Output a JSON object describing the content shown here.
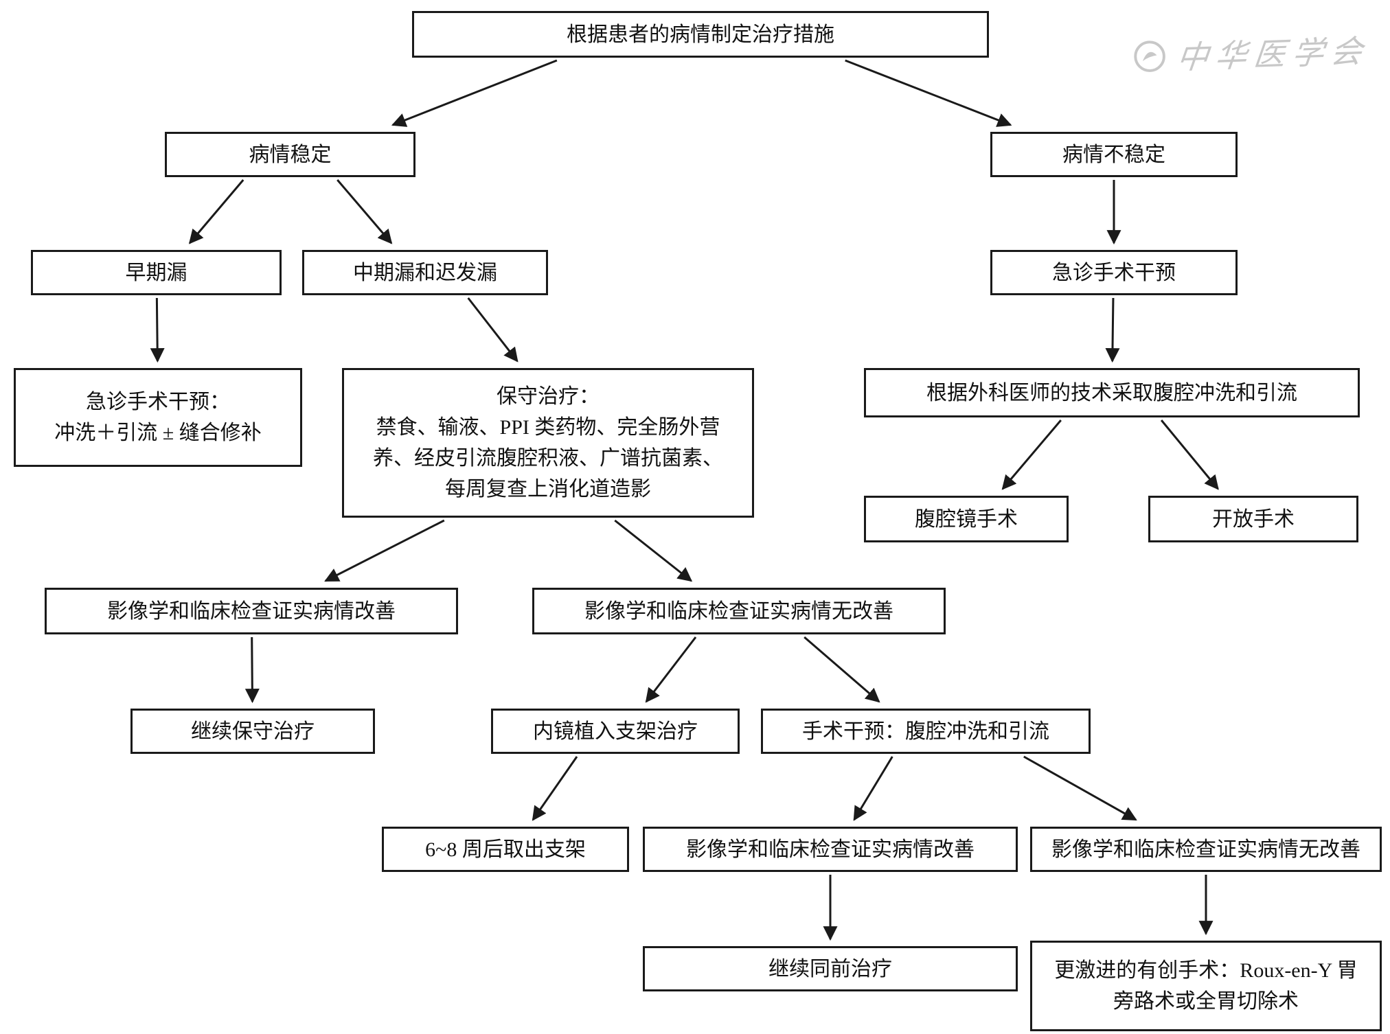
{
  "watermark": {
    "text": "中华医学会"
  },
  "colors": {
    "box_border": "#1a1a1a",
    "arrow": "#1a1a1a",
    "text": "#111111",
    "background": "#ffffff",
    "watermark": "#c8c8c8"
  },
  "nodes": {
    "root": {
      "label": "根据患者的病情制定治疗措施"
    },
    "stable": {
      "label": "病情稳定"
    },
    "unstable": {
      "label": "病情不稳定"
    },
    "early_leak": {
      "label": "早期漏"
    },
    "mid_late_leak": {
      "label": "中期漏和迟发漏"
    },
    "emergency_right": {
      "label": "急诊手术干预"
    },
    "emergency_left": {
      "lines": [
        "急诊手术干预：",
        "冲洗＋引流 ± 缝合修补"
      ]
    },
    "conservative": {
      "lines": [
        "保守治疗：",
        "禁食、输液、PPI 类药物、完全肠外营",
        "养、经皮引流腹腔积液、广谱抗菌素、",
        "每周复查上消化道造影"
      ]
    },
    "surgeon_technique": {
      "label": "根据外科医师的技术采取腹腔冲洗和引流"
    },
    "laparoscopic": {
      "label": "腹腔镜手术"
    },
    "open_surgery": {
      "label": "开放手术"
    },
    "improved_1": {
      "label": "影像学和临床检查证实病情改善"
    },
    "no_improve_1": {
      "label": "影像学和临床检查证实病情无改善"
    },
    "continue_conservative": {
      "label": "继续保守治疗"
    },
    "stent": {
      "label": "内镜植入支架治疗"
    },
    "surgical_intervention": {
      "label": "手术干预：腹腔冲洗和引流"
    },
    "remove_stent": {
      "label": "6~8 周后取出支架"
    },
    "improved_2": {
      "label": "影像学和临床检查证实病情改善"
    },
    "no_improve_2": {
      "label": "影像学和临床检查证实病情无改善"
    },
    "continue_same": {
      "label": "继续同前治疗"
    },
    "aggressive": {
      "lines": [
        "更激进的有创手术：Roux-en-Y 胃",
        "旁路术或全胃切除术"
      ]
    }
  },
  "edges": [
    {
      "from": "root",
      "to": "stable"
    },
    {
      "from": "root",
      "to": "unstable"
    },
    {
      "from": "stable",
      "to": "early_leak"
    },
    {
      "from": "stable",
      "to": "mid_late_leak"
    },
    {
      "from": "unstable",
      "to": "emergency_right"
    },
    {
      "from": "early_leak",
      "to": "emergency_left"
    },
    {
      "from": "mid_late_leak",
      "to": "conservative"
    },
    {
      "from": "emergency_right",
      "to": "surgeon_technique"
    },
    {
      "from": "surgeon_technique",
      "to": "laparoscopic"
    },
    {
      "from": "surgeon_technique",
      "to": "open_surgery"
    },
    {
      "from": "conservative",
      "to": "improved_1"
    },
    {
      "from": "conservative",
      "to": "no_improve_1"
    },
    {
      "from": "improved_1",
      "to": "continue_conservative"
    },
    {
      "from": "no_improve_1",
      "to": "stent"
    },
    {
      "from": "no_improve_1",
      "to": "surgical_intervention"
    },
    {
      "from": "stent",
      "to": "remove_stent"
    },
    {
      "from": "surgical_intervention",
      "to": "improved_2"
    },
    {
      "from": "surgical_intervention",
      "to": "no_improve_2"
    },
    {
      "from": "improved_2",
      "to": "continue_same"
    },
    {
      "from": "no_improve_2",
      "to": "aggressive"
    }
  ]
}
